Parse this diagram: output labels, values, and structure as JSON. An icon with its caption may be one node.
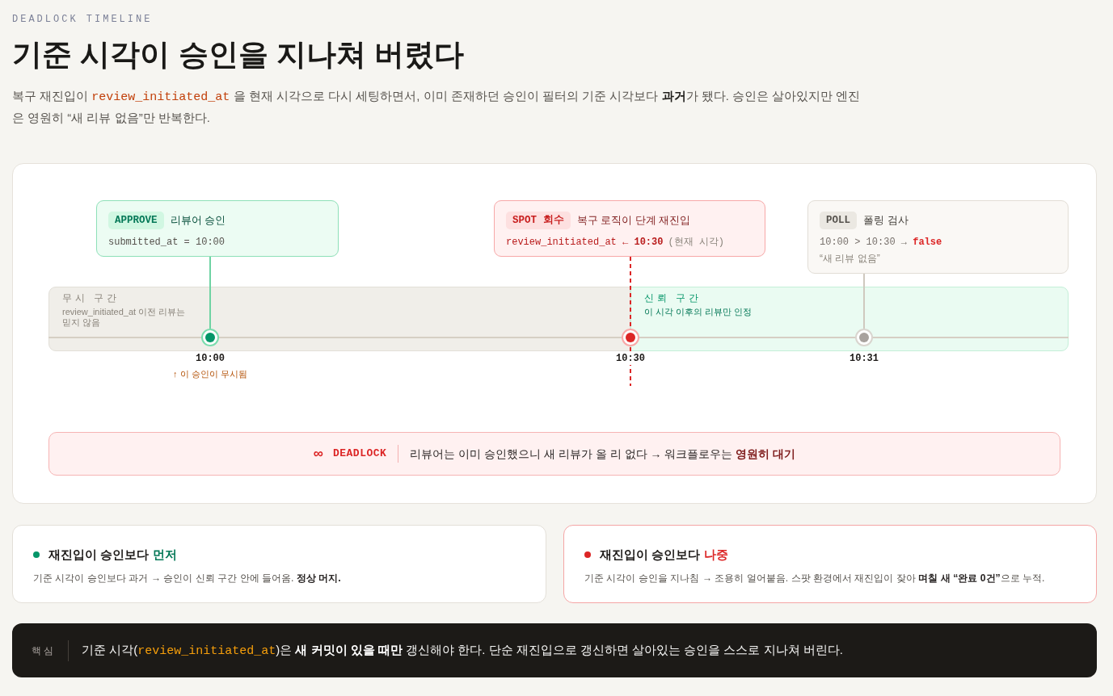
{
  "diagram": {
    "title": "기준 시각이 승인을 지나쳐 버렸다",
    "nodes": [
      {
        "text": [],
        "shape": "box"
      },
      {
        "text": [
          "APPROVE",
          "리뷰어 승인",
          "submitted_at = 10:00"
        ],
        "in": 0
      },
      {
        "text": [
          "SPOT 회수",
          "복구 로직이 단계 재진입",
          "review_initiated_at ← **10:30**",
          "(현재 시각)"
        ],
        "in": 0
      },
      {
        "text": [
          "POLL",
          "폴링 검사",
          "10:00 > 10:30 → **false**",
          "“새 리뷰 없음”"
        ],
        "in": 0
      },
      {
        "text": [
          "무시 구간",
          "review_initiated_at 이전 리뷰는 믿지 않음"
        ],
        "in": 0
      },
      {
        "text": [
          "신뢰 구간",
          "이 시각 이후의 리뷰만 인정"
        ],
        "in": 0
      },
      {
        "text": [],
        "shape": "circle",
        "in": 4,
        "beside": [
          "10:00",
          "↑ 이 승인이 무시됨"
        ]
      },
      {
        "text": [],
        "shape": "circle",
        "in": 0,
        "beside": [
          "10:30"
        ]
      },
      {
        "text": [],
        "shape": "circle",
        "in": 5,
        "beside": [
          "10:31"
        ]
      },
      {
        "text": [
          "∞",
          "DEADLOCK",
          "리뷰어는 이미 승인했으니 새 리뷰가 올 리 없다 → 워크플로우는 **영원히 대기**"
        ],
        "in": 0
      },
      {
        "text": [
          "재진입이 승인보다",
          "먼저",
          "기준 시각이 승인보다 과거 → 승인이 신뢰 구간 안에 들어옴. **정상 머지.**"
        ]
      },
      {
        "text": [
          "재진입이 승인보다",
          "나중",
          "기준 시각이 승인을 지나침 → 조용히 얼어붙음. 스팟 환경에서 재진입이 잦아 **며칠 새 “완료 0건”**으로 누적."
        ]
      },
      {
        "text": [
          "핵심",
          "기준 시각(review_initiated_at)은 **새 커밋이 있을 때만** 갱신해야 한다. 단순 재진입으로 갱신하면 살아있는 승인을 스스로 지나쳐 버린다."
        ]
      }
    ],
    "edges": [
      {
        "from": 1,
        "to": 6,
        "arrow": "none",
        "color": "#6fd3a3"
      },
      {
        "from": 2,
        "to": 7,
        "arrow": "none",
        "style": "dashed",
        "color": "#dc2626"
      },
      {
        "from": 3,
        "to": 8,
        "arrow": "none",
        "color": "#cfc9bf"
      }
    ],
    "labels": [
      "DEADLOCK TIMELINE",
      "복구 재진입이 review_initiated_at 을 현재 시각으로 다시 세팅하면서, 이미 존재하던 승인이 필터의 기준 시각보다 **과거**가 됐다. 승인은 살아있지만 엔진은 영원히 “새 리뷰 없음”만 반복한다."
    ]
  }
}
